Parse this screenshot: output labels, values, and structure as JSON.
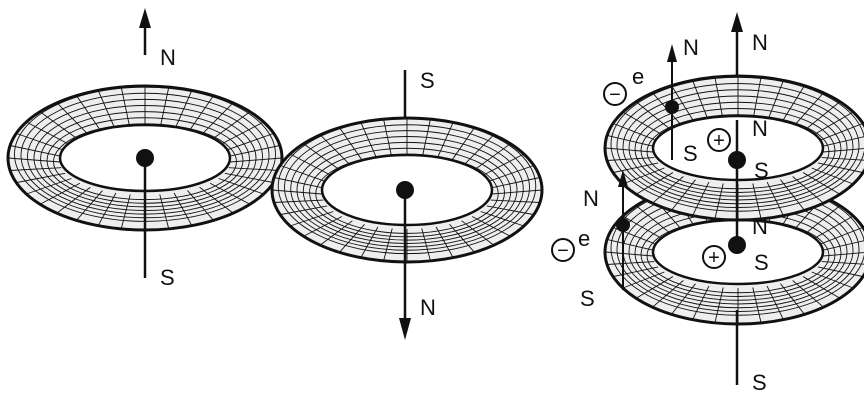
{
  "colors": {
    "ink": "#111111",
    "torus_fill": "#eeeeee",
    "background": "#ffffff"
  },
  "labels": {
    "torus1_north": "N",
    "torus1_south": "S",
    "torus2_south": "S",
    "torus2_north": "N",
    "stack_axis_north": "N",
    "stack_axis_south": "S",
    "upper_electron_north": "N",
    "upper_electron_south": "S",
    "upper_electron_charge": "e",
    "upper_ring_north": "N",
    "upper_ring_south": "S",
    "lower_electron_north": "N",
    "lower_electron_south": "S",
    "lower_electron_charge": "e",
    "lower_ring_north": "N",
    "lower_ring_south": "S"
  },
  "symbols": {
    "plus_sign": "+",
    "minus_sign": "−"
  }
}
